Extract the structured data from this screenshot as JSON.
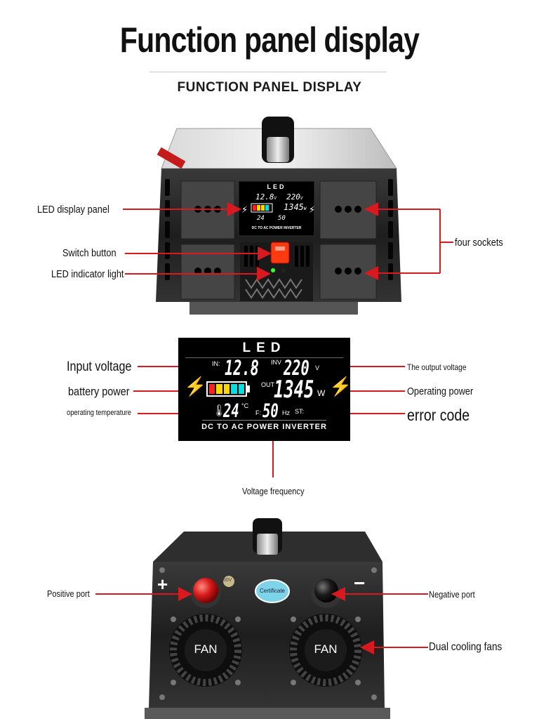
{
  "header": {
    "title": "Function panel display",
    "subtitle": "FUNCTION PANEL DISPLAY"
  },
  "front_view": {
    "labels": {
      "led_display_panel": "LED display panel",
      "switch_button": "Switch button",
      "led_indicator_light": "LED indicator light",
      "four_sockets": "four sockets"
    },
    "mini_led": {
      "title": "LED",
      "in_value": "12.8",
      "in_unit": "V",
      "out_value": "220",
      "out_unit": "V",
      "power_value": "1345",
      "power_unit": "W",
      "temp_value": "24",
      "freq_value": "50",
      "footer": "DC TO AC POWER INVERTER"
    }
  },
  "led_panel": {
    "title": "LED",
    "in_label": "IN:",
    "in_value": "12.8",
    "in_unit": "V",
    "inv_label": "INV",
    "inv_value": "220",
    "inv_unit": "V",
    "out_label": "OUT",
    "out_value": "1345",
    "out_unit": "W",
    "temp_value": "24",
    "temp_unit": "°C",
    "freq_label": "F:",
    "freq_value": "50",
    "freq_unit": "Hz",
    "st_label": "ST:",
    "footer": "DC TO AC POWER INVERTER",
    "battery_bar_colors": [
      "#ff2020",
      "#ffd700",
      "#ffd700",
      "#00e0e0",
      "#00e0e0"
    ]
  },
  "led_labels": {
    "input_voltage": "Input voltage",
    "battery_power": "battery power",
    "operating_temperature": "operating temperature",
    "output_voltage": "The output voltage",
    "operating_power": "Operating power",
    "error_code": "error code",
    "voltage_frequency": "Voltage frequency"
  },
  "rear_view": {
    "labels": {
      "positive_port": "Positive port",
      "negative_port": "Negative port",
      "dual_cooling_fans": "Dual cooling fans"
    },
    "plus_sign": "+",
    "minus_sign": "−",
    "badge": "Certificate",
    "voltage_badge": "60V",
    "fan_label": "FAN"
  },
  "colors": {
    "arrow": "#d8191f",
    "device_body": "#2b2b2b",
    "switch": "#ff3a10"
  },
  "icons": {
    "bolt": "⚡",
    "thermometer": "🌡"
  }
}
